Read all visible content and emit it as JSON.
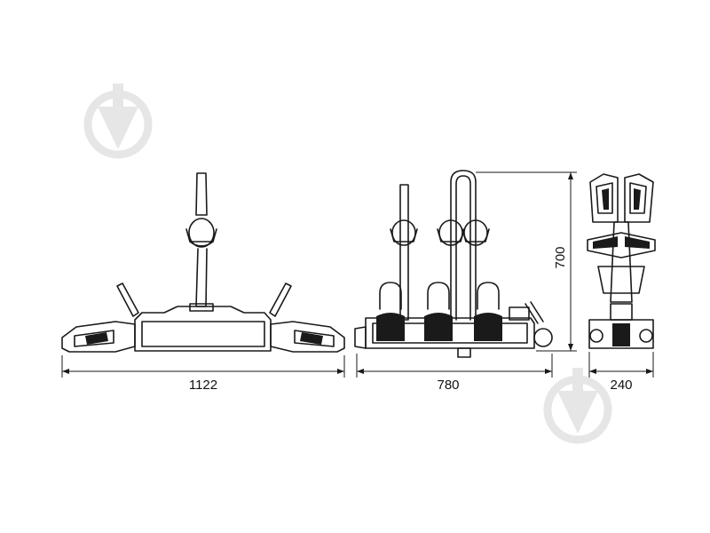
{
  "dimensions": {
    "side_length": "1122",
    "front_width": "780",
    "front_height": "700",
    "end_width": "240"
  },
  "colors": {
    "line": "#1a1a1a",
    "watermark": "#e6e6e6",
    "background": "#ffffff"
  },
  "watermark_icon": "arrow-down-circle-icon"
}
